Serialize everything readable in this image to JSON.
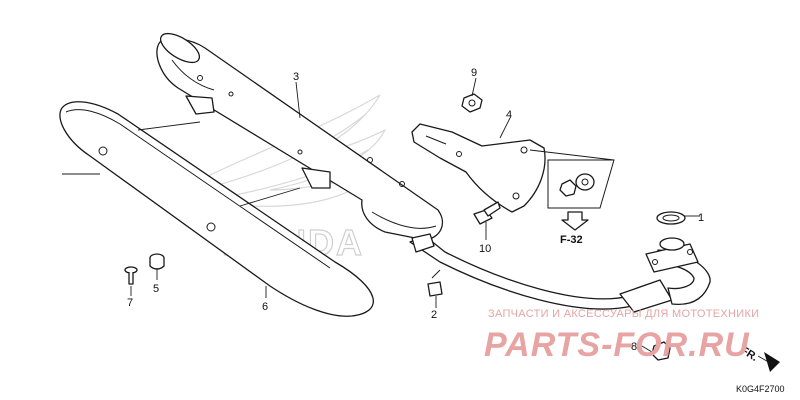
{
  "callouts": [
    {
      "id": "1",
      "label": "1"
    },
    {
      "id": "2",
      "label": "2"
    },
    {
      "id": "3",
      "label": "3"
    },
    {
      "id": "4",
      "label": "4"
    },
    {
      "id": "5",
      "label": "5"
    },
    {
      "id": "6",
      "label": "6"
    },
    {
      "id": "7",
      "label": "7"
    },
    {
      "id": "8",
      "label": "8"
    },
    {
      "id": "9",
      "label": "9"
    },
    {
      "id": "10",
      "label": "10"
    }
  ],
  "reference": {
    "label": "F-32"
  },
  "direction": {
    "label": "FR."
  },
  "diagram_code": "K0G4F2700",
  "watermark": {
    "tagline": "ЗАПЧАСТИ И АКСЕССУАРЫ ДЛЯ МОТОТЕХНИКИ",
    "logo": "PARTS-FOR.RU"
  },
  "brand_mark": {
    "word": "HONDA"
  },
  "colors": {
    "line": "#1a1a1a",
    "watermark": "#e8a3a3",
    "brand_mark": "#d8d8d8"
  }
}
